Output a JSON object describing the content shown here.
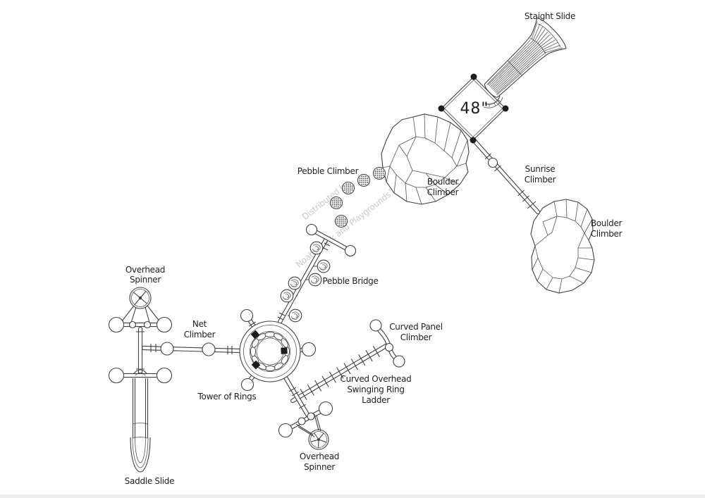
{
  "colors": {
    "line": "#404040",
    "label": "#1f1f1f",
    "watermark": "#c9c9c9",
    "deck_dot": "#1c1c1c",
    "background": "#ffffff"
  },
  "watermark": {
    "line1": "Distributed by",
    "line2": "Noah's Park and Playgrounds™"
  },
  "deck": {
    "size_label": "48\""
  },
  "labels": {
    "straight_slide": "Staight Slide",
    "boulder_left": [
      "Boulder",
      "Climber"
    ],
    "boulder_right": [
      "Boulder",
      "Climber"
    ],
    "sunrise": [
      "Sunrise",
      "Climber"
    ],
    "pebble_climber": "Pebble Climber",
    "pebble_bridge": "Pebble Bridge",
    "net_climber": [
      "Net",
      "Climber"
    ],
    "overhead_spinner_top": [
      "Overhead",
      "Spinner"
    ],
    "tower_of_rings": "Tower of Rings",
    "curved_panel": [
      "Curved Panel",
      "Climber"
    ],
    "ring_ladder": [
      "Curved Overhead",
      "Swinging Ring",
      "Ladder"
    ],
    "overhead_spinner_bottom": [
      "Overhead",
      "Spinner"
    ],
    "saddle_slide": "Saddle Slide"
  }
}
